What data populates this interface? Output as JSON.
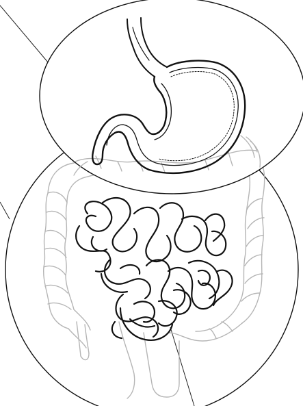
{
  "diagram": {
    "subject": "digestive-system-illustration",
    "style": "line-art",
    "colors": {
      "background": "#ffffff",
      "ink": "#111111",
      "faded_ink": "#b5b5b5",
      "leader_line": "#222222"
    },
    "components": [
      {
        "id": "esophagus",
        "emphasis": "dark"
      },
      {
        "id": "stomach",
        "emphasis": "dark"
      },
      {
        "id": "small-intestine",
        "emphasis": "dark"
      },
      {
        "id": "large-intestine",
        "emphasis": "faded"
      },
      {
        "id": "rectum",
        "emphasis": "faded"
      },
      {
        "id": "upper-magnifier-circle",
        "emphasis": "outline"
      },
      {
        "id": "lower-magnifier-circle",
        "emphasis": "outline"
      }
    ]
  }
}
